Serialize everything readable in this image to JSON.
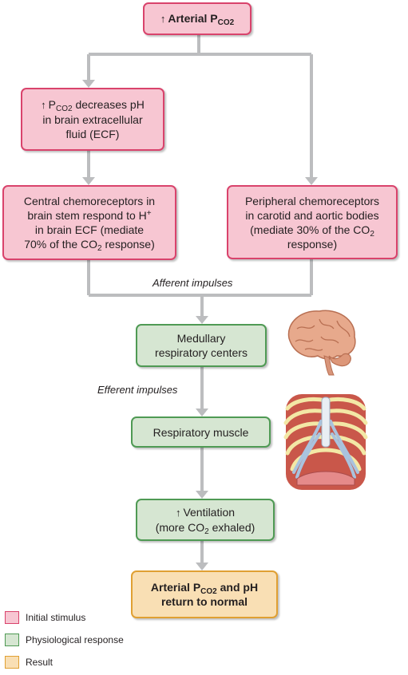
{
  "nodes": {
    "stimulus": {
      "arrow": "↑",
      "text": "Arterial P",
      "sub": "CO2"
    },
    "brain_ph": {
      "arrow": "↑",
      "p": "P",
      "sub": "CO2",
      "rest": " decreases pH",
      "line2": "in brain extracellular",
      "line3": "fluid (ECF)"
    },
    "central": {
      "line1": "Central chemoreceptors in",
      "line2a": "brain stem respond to H",
      "sup": "+",
      "line3": "in brain ECF (mediate",
      "line4a": "70% of the CO",
      "sub": "2",
      "line4b": " response)"
    },
    "peripheral": {
      "line1": "Peripheral chemoreceptors",
      "line2": "in carotid and aortic bodies",
      "line3a": "(mediate 30% of the CO",
      "sub": "2",
      "line4": "response)"
    },
    "medullary": {
      "line1": "Medullary",
      "line2": "respiratory centers"
    },
    "muscle": {
      "text": "Respiratory muscle"
    },
    "ventilation": {
      "arrow": "↑",
      "line1": "Ventilation",
      "line2a": "(more CO",
      "sub": "2",
      "line2b": " exhaled)"
    },
    "result": {
      "line1a": "Arterial P",
      "sub": "CO2",
      "line1b": " and pH",
      "line2": "return to normal"
    }
  },
  "labels": {
    "afferent": "Afferent impulses",
    "efferent": "Efferent impulses"
  },
  "legend": [
    {
      "label": "Initial stimulus",
      "color": "#f7c6d2",
      "border": "#d9436c"
    },
    {
      "label": "Physiological response",
      "color": "#d6e6d2",
      "border": "#4f9a54"
    },
    {
      "label": "Result",
      "color": "#f9dfb4",
      "border": "#e0a033"
    }
  ],
  "colors": {
    "connector": "#bcbdbf",
    "initial_stimulus": "#f7c6d2",
    "physiological_response": "#d6e6d2",
    "result": "#f9dfb4"
  },
  "illustrations": [
    "brain-illustration",
    "rib-cage-illustration"
  ]
}
